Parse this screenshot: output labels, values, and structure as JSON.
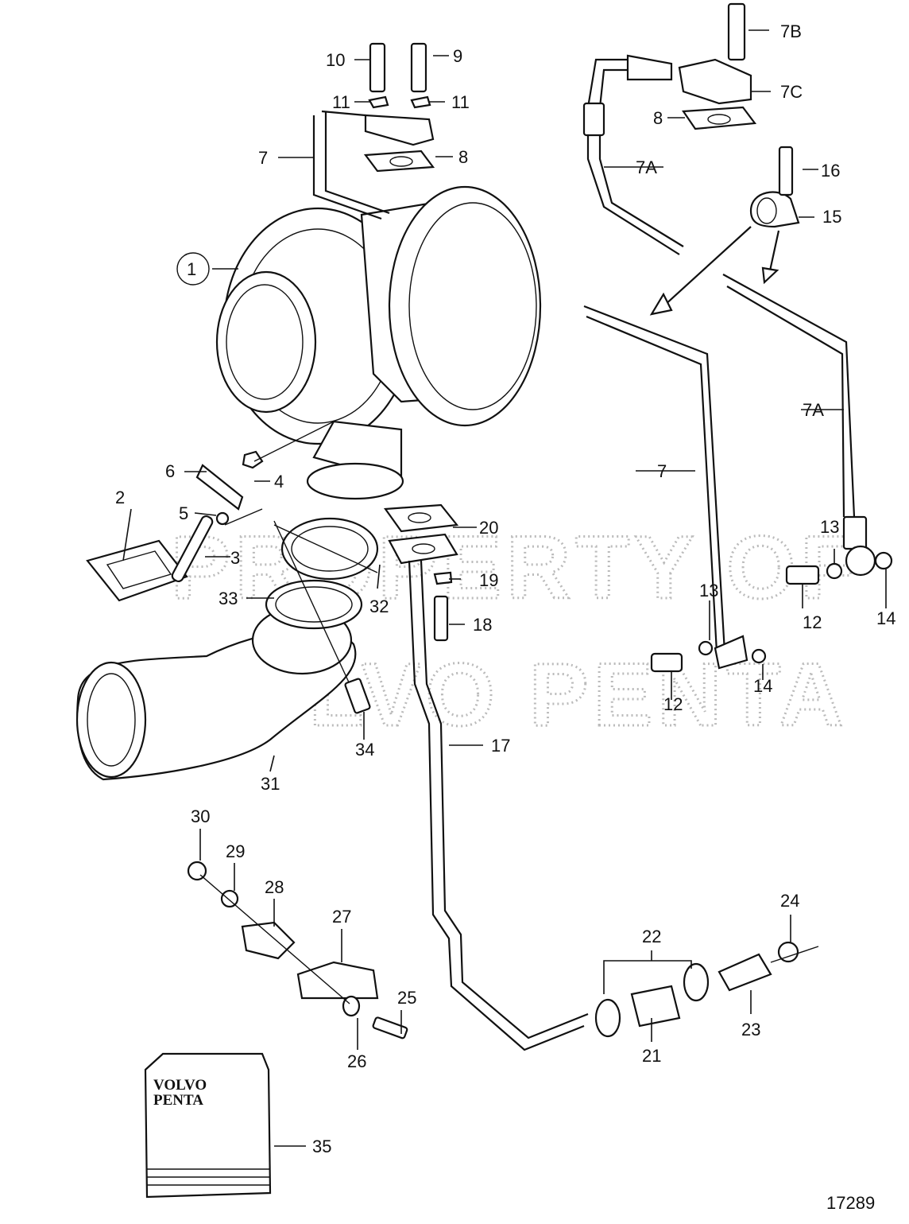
{
  "watermark": {
    "line1": "PROPERTY OF",
    "line2": "VOLVO PENTA"
  },
  "figure_number": "17289",
  "manual_logo": {
    "line1": "VOLVO",
    "line2": "PENTA"
  },
  "callouts": [
    "1",
    "2",
    "3",
    "4",
    "5",
    "6",
    "7",
    "7",
    "7A",
    "7A",
    "7B",
    "7C",
    "8",
    "8",
    "9",
    "10",
    "11",
    "11",
    "12",
    "12",
    "13",
    "13",
    "14",
    "14",
    "15",
    "16",
    "17",
    "18",
    "19",
    "20",
    "21",
    "22",
    "23",
    "24",
    "25",
    "26",
    "27",
    "28",
    "29",
    "30",
    "31",
    "32",
    "33",
    "34",
    "35"
  ]
}
